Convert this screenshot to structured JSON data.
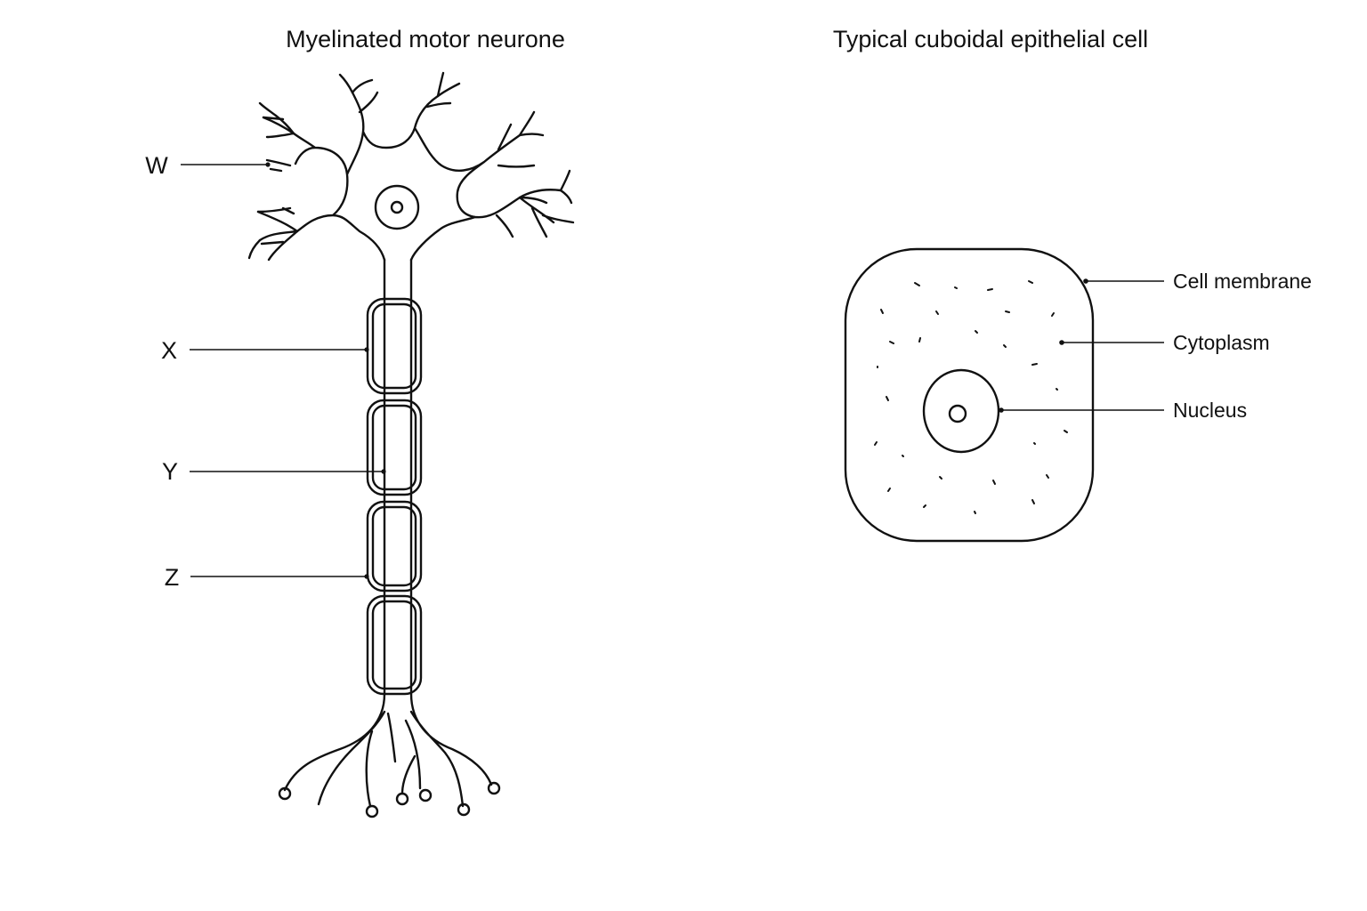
{
  "titles": {
    "neurone": "Myelinated motor neurone",
    "epithelial": "Typical cuboidal epithelial cell"
  },
  "neurone_labels": {
    "w": "W",
    "x": "X",
    "y": "Y",
    "z": "Z"
  },
  "cell_labels": {
    "membrane": "Cell membrane",
    "cytoplasm": "Cytoplasm",
    "nucleus": "Nucleus"
  },
  "colors": {
    "ink": "#111111",
    "background": "#ffffff"
  }
}
